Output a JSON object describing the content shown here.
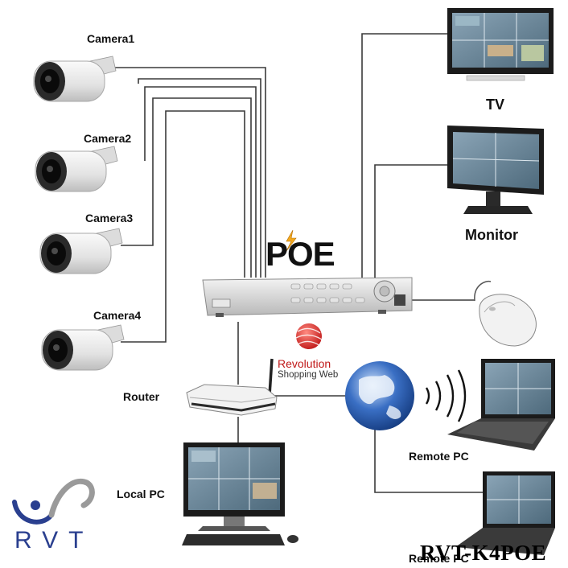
{
  "cameras": [
    {
      "label": "Camera1"
    },
    {
      "label": "Camera2"
    },
    {
      "label": "Camera3"
    },
    {
      "label": "Camera4"
    }
  ],
  "devices": {
    "tv": "TV",
    "monitor": "Monitor",
    "router": "Router",
    "local_pc": "Local PC",
    "remote_pc_1": "Remote PC",
    "remote_pc_2": "Remote PC"
  },
  "poe_label": "POE",
  "watermark": {
    "title": "Revolution",
    "subtitle": "Shopping Web"
  },
  "brand": "RVT",
  "product_code": "RVT-K4POE",
  "colors": {
    "lines": "#3a3a3a",
    "brand_blue": "#2a3f8f",
    "watermark_red": "#c01818",
    "globe_blue": "#3a6fc4"
  }
}
